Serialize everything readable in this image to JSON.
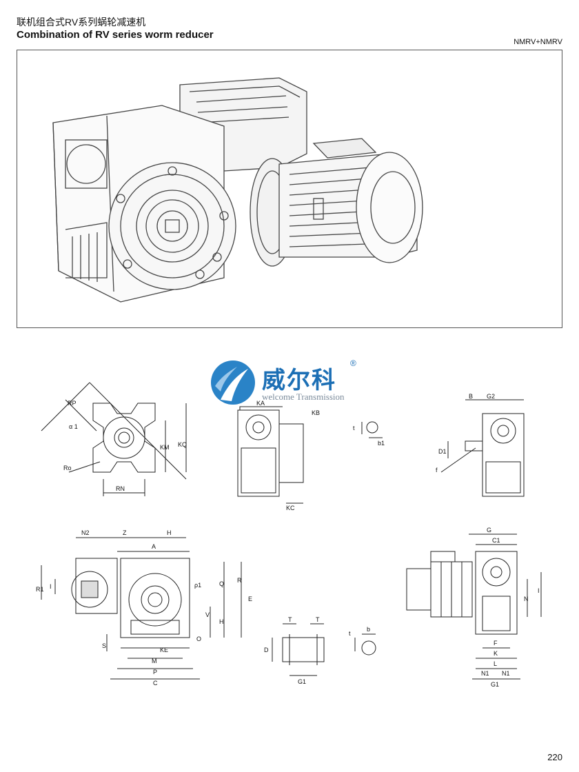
{
  "header": {
    "title_cn": "联机组合式RV系列蜗轮减速机",
    "title_en": "Combination of RV series worm reducer",
    "model_code": "NMRV+NMRV"
  },
  "logo": {
    "name_cn": "威尔科",
    "reg_mark": "®",
    "name_en": "welcome Transmission"
  },
  "dimension_labels": {
    "flange_view": [
      "RP",
      "α 1",
      "Ro",
      "KM",
      "KQ",
      "RN"
    ],
    "side_view": [
      "KA",
      "KB",
      "KC"
    ],
    "keyway_small": [
      "t",
      "b1"
    ],
    "shaft_view": [
      "B",
      "G2",
      "D1",
      "f"
    ],
    "front_view": [
      "N2",
      "Z",
      "H",
      "A",
      "R1",
      "I",
      "Q",
      "R",
      "E",
      "V",
      "H",
      "S",
      "KE",
      "M",
      "P",
      "C",
      "O",
      "ρ1"
    ],
    "hollow_shaft": [
      "T",
      "T",
      "D",
      "G1"
    ],
    "keyway_large": [
      "b",
      "t"
    ],
    "motor_view": [
      "G",
      "C1",
      "N",
      "I",
      "F",
      "K",
      "L",
      "N1",
      "N1",
      "G1"
    ]
  },
  "page_number": "220"
}
